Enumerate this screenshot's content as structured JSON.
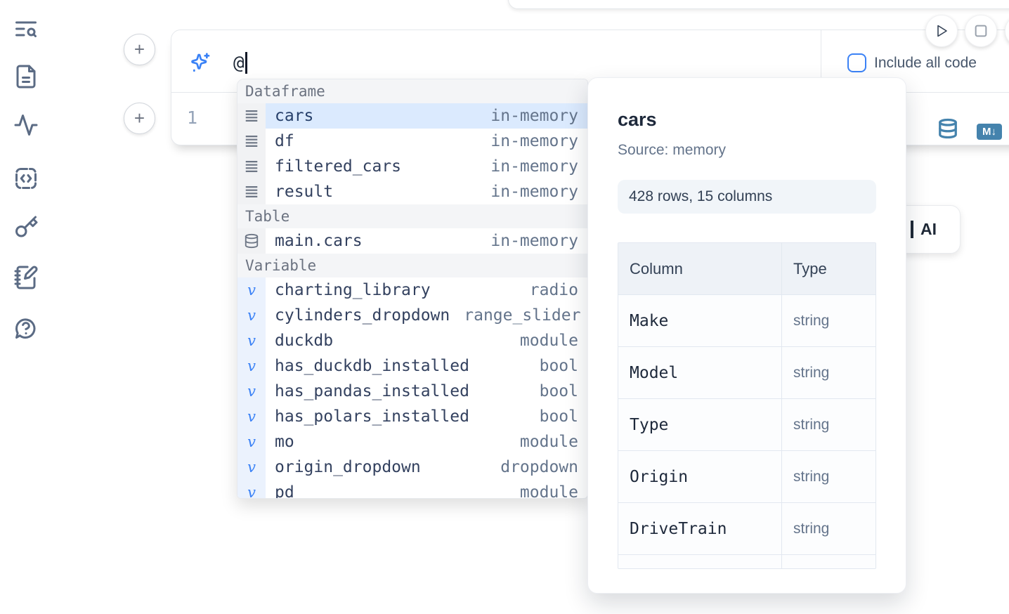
{
  "sidebar": {
    "items": [
      {
        "icon": "text-search-icon"
      },
      {
        "icon": "file-document-icon"
      },
      {
        "icon": "activity-icon"
      },
      {
        "icon": "code-snippet-icon"
      },
      {
        "icon": "key-icon"
      },
      {
        "icon": "notebook-pen-icon"
      },
      {
        "icon": "help-chat-icon"
      }
    ]
  },
  "cell": {
    "add_button_top_label": "+",
    "add_button_bottom_label": "+",
    "ai_input": {
      "icon": "sparkles-icon",
      "value": "@"
    },
    "include_all_code": {
      "label": "Include all code",
      "checked": false
    },
    "run_button": {
      "icon": "play-icon"
    },
    "stop_button": {
      "icon": "stop-icon"
    },
    "line_number": "1",
    "sql_cell_button": {
      "icon": "database-icon"
    },
    "markdown_button": {
      "label": "M↓"
    }
  },
  "ai_card": {
    "visible_label": "AI"
  },
  "autocomplete": {
    "sections": [
      {
        "label": "Dataframe",
        "items": [
          {
            "name": "cars",
            "type": "in-memory",
            "icon": "rows-icon",
            "gutter": "gray",
            "selected": true
          },
          {
            "name": "df",
            "type": "in-memory",
            "icon": "rows-icon",
            "gutter": "gray"
          },
          {
            "name": "filtered_cars",
            "type": "in-memory",
            "icon": "rows-icon",
            "gutter": "gray"
          },
          {
            "name": "result",
            "type": "in-memory",
            "icon": "rows-icon",
            "gutter": "gray"
          }
        ]
      },
      {
        "label": "Table",
        "items": [
          {
            "name": "main.cars",
            "type": "in-memory",
            "icon": "database-icon",
            "gutter": "gray"
          }
        ]
      },
      {
        "label": "Variable",
        "items": [
          {
            "name": "charting_library",
            "type": "radio",
            "icon": "variable-icon",
            "gutter": "blue"
          },
          {
            "name": "cylinders_dropdown",
            "type": "range_slider",
            "icon": "variable-icon",
            "gutter": "blue"
          },
          {
            "name": "duckdb",
            "type": "module",
            "icon": "variable-icon",
            "gutter": "blue"
          },
          {
            "name": "has_duckdb_installed",
            "type": "bool",
            "icon": "variable-icon",
            "gutter": "blue"
          },
          {
            "name": "has_pandas_installed",
            "type": "bool",
            "icon": "variable-icon",
            "gutter": "blue"
          },
          {
            "name": "has_polars_installed",
            "type": "bool",
            "icon": "variable-icon",
            "gutter": "blue"
          },
          {
            "name": "mo",
            "type": "module",
            "icon": "variable-icon",
            "gutter": "blue"
          },
          {
            "name": "origin_dropdown",
            "type": "dropdown",
            "icon": "variable-icon",
            "gutter": "blue"
          },
          {
            "name": "pd",
            "type": "module",
            "icon": "variable-icon",
            "gutter": "blue"
          }
        ]
      }
    ]
  },
  "preview": {
    "title": "cars",
    "source": "Source: memory",
    "shape_badge": "428 rows, 15 columns",
    "table": {
      "headers": [
        "Column",
        "Type"
      ],
      "rows": [
        {
          "column": "Make",
          "type": "string"
        },
        {
          "column": "Model",
          "type": "string"
        },
        {
          "column": "Type",
          "type": "string"
        },
        {
          "column": "Origin",
          "type": "string"
        },
        {
          "column": "DriveTrain",
          "type": "string"
        }
      ]
    }
  },
  "colors": {
    "accent_blue": "#3b82f6",
    "selected_row_bg": "#dbeafe",
    "steel_blue_icon": "#4583ad",
    "muted_text": "#64748b",
    "dark_text": "#1e293b"
  }
}
